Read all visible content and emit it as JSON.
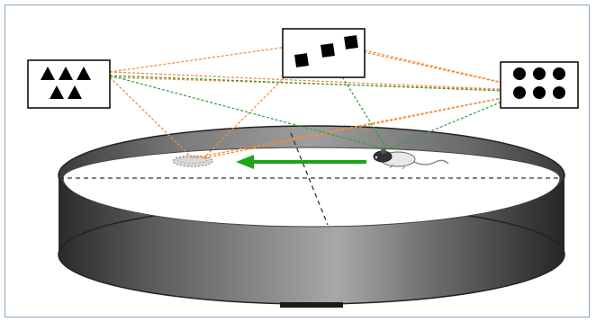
{
  "figure": {
    "kind": "morris-water-maze-spatial-navigation",
    "cues": [
      {
        "id": "triangles",
        "shape": "triangle",
        "count": 5,
        "fill": "#000000"
      },
      {
        "id": "squares",
        "shape": "square",
        "count": 3,
        "fill": "#000000"
      },
      {
        "id": "circles",
        "shape": "circle",
        "count": 6,
        "fill": "#000000"
      }
    ],
    "colors": {
      "frame_border": "#8aa6c6",
      "pool_rim_light": "#e6e6e6",
      "pool_rim_dark": "#3c3c3c",
      "pool_wall_dark": "#2b2b2b",
      "pool_wall_light": "#9a9a9a",
      "water_surface": "#ffffff",
      "orange_sightlines": "#f28c3c",
      "green_sightlines": "#2e9e3e",
      "swim_arrow": "#1aa51a",
      "dashed_axes": "#333333",
      "platform": "#cfcfcf"
    },
    "icons": [
      "mouse-icon",
      "hidden-platform-icon",
      "direction-arrow-icon"
    ]
  }
}
